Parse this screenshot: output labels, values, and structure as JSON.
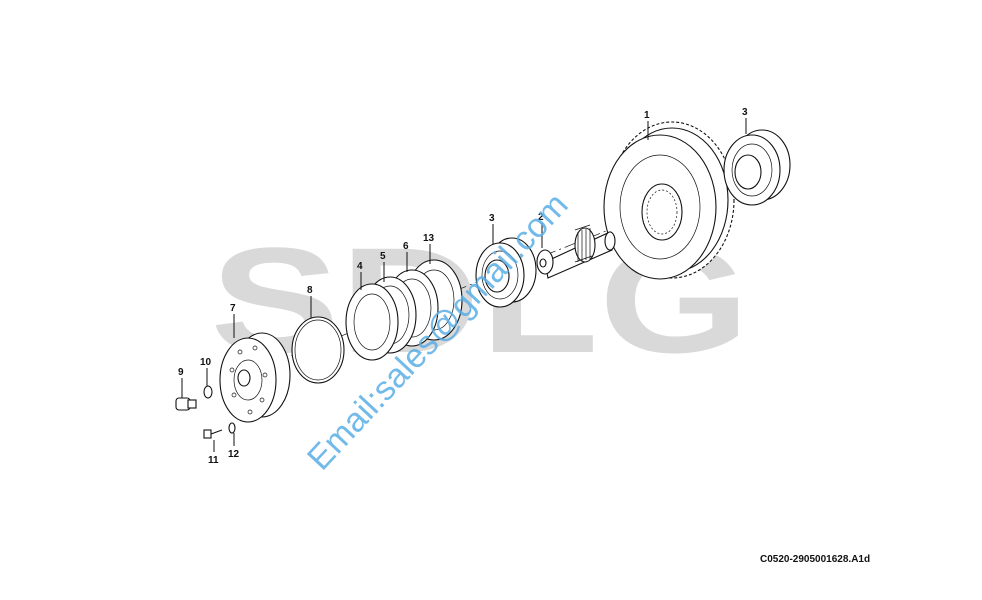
{
  "diagram": {
    "callouts": [
      "1",
      "2",
      "3",
      "3",
      "4",
      "5",
      "6",
      "13",
      "8",
      "7",
      "9",
      "10",
      "11",
      "12"
    ],
    "drawing_code": "C0520-2905001628.A1d"
  },
  "watermark": {
    "logo": "SDLG",
    "email": "Email:sales@gmail.com"
  }
}
